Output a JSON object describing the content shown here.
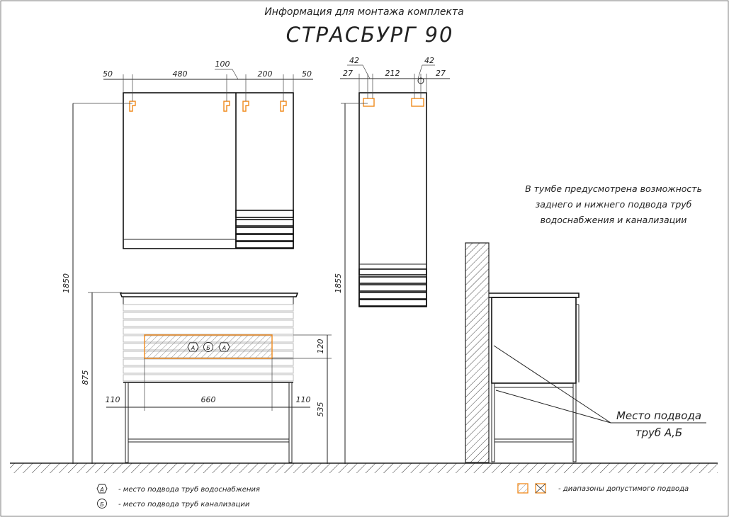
{
  "header": {
    "subtitle": "Информация для монтажа комплекта",
    "title": "СТРАСБУРГ 90"
  },
  "front_view": {
    "dims_top": {
      "d1": "50",
      "d2": "480",
      "d3": "100",
      "d4": "200",
      "d5": "50"
    },
    "height_total": "1850",
    "height_vanity": "875",
    "dims_bottom": {
      "left": "110",
      "middle": "660",
      "right": "110"
    },
    "zone_height": "120",
    "zone_offset": "535",
    "markers": [
      "А",
      "Б",
      "А"
    ]
  },
  "side_view": {
    "dims_top": {
      "a": "42",
      "b": "42",
      "c": "27",
      "d": "212",
      "e": "27"
    },
    "height": "1855"
  },
  "note": {
    "line1": "В тумбе предусмотрена возможность",
    "line2": "заднего и нижнего подвода труб",
    "line3": "водоснабжения и канализации"
  },
  "callout": {
    "line1": "Место подвода",
    "line2": "труб А,Б"
  },
  "legend": {
    "a_symbol": "А",
    "a_text": "- место подвода труб водоснабжения",
    "b_symbol": "Б",
    "b_text": "- место подвода труб канализации",
    "range_text": "- диапазоны допустимого подвода"
  },
  "colors": {
    "line": "#222222",
    "accent": "#f08a1c",
    "background": "#ffffff"
  }
}
